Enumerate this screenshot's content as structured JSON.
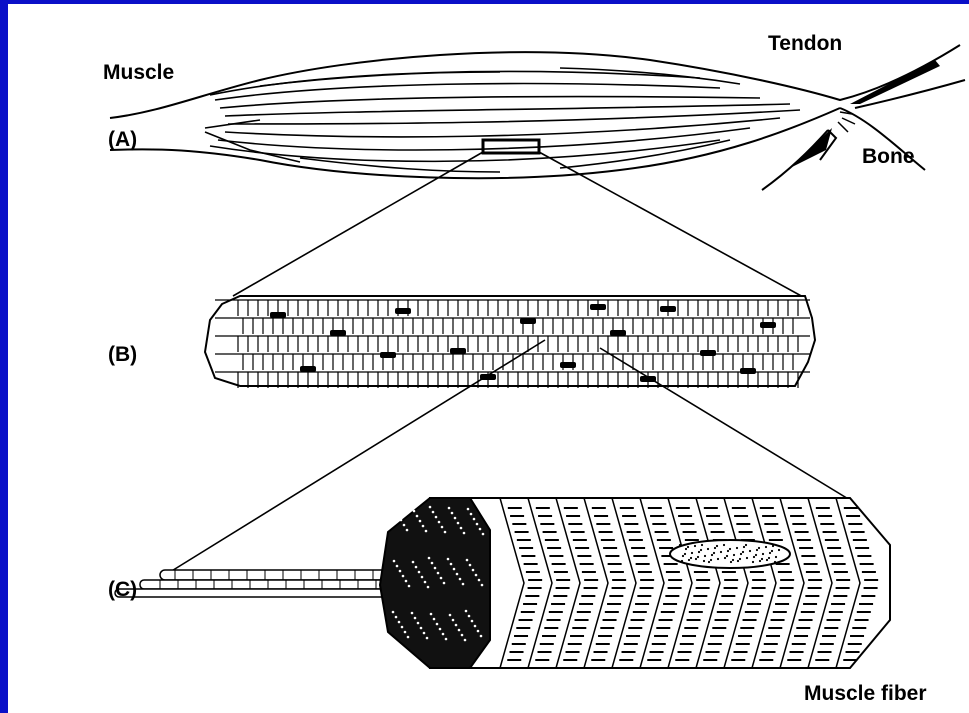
{
  "labels": {
    "muscle": "Muscle",
    "tendon": "Tendon",
    "bone": "Bone",
    "a": "(A)",
    "b": "(B)",
    "c": "(C)",
    "muscle_fiber": "Muscle fiber"
  },
  "colors": {
    "frame": "#0a10c8",
    "background": "#ffffff",
    "ink": "#000000"
  }
}
